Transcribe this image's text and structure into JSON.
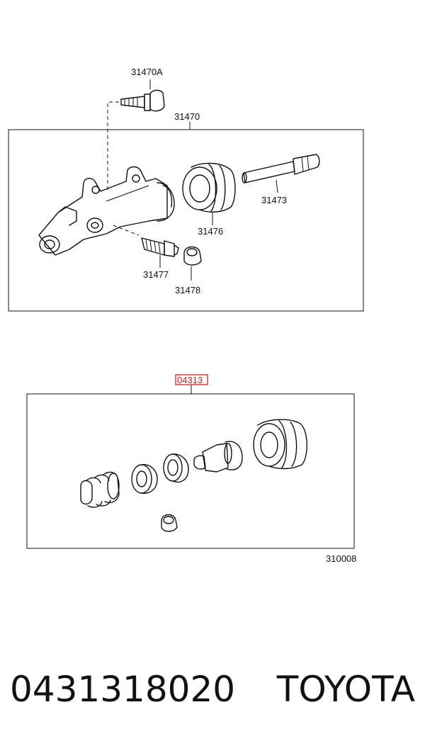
{
  "labels": {
    "bolt": "31470A",
    "cylinder": "31470",
    "push_rod": "31473",
    "boot": "31476",
    "bleeder": "31477",
    "cap": "31478",
    "kit": "04313",
    "figure_no": "310008"
  },
  "footer": {
    "part_number": "0431318020",
    "brand": "TOYOTA"
  },
  "colors": {
    "highlight": "#d21f1f",
    "line": "#111111"
  }
}
